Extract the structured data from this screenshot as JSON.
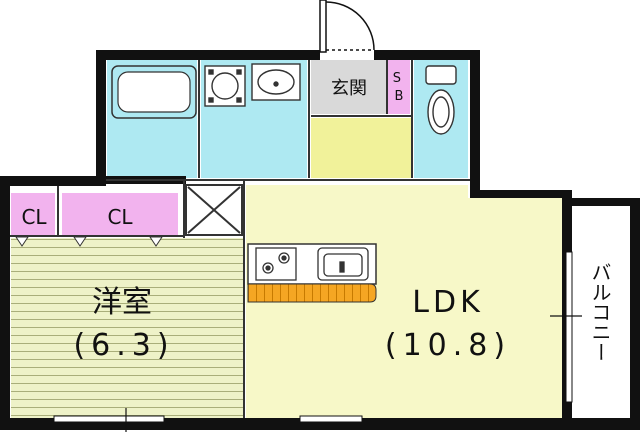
{
  "plan": {
    "rooms": {
      "western_room": {
        "name": "洋室",
        "size": "(6.3)"
      },
      "ldk": {
        "name": "LDK",
        "size": "(10.8)"
      },
      "closet_left": {
        "name": "CL"
      },
      "closet_right": {
        "name": "CL"
      },
      "entrance": {
        "name": "玄関"
      },
      "shoe_box": {
        "name": "SB"
      },
      "balcony": {
        "name": "バルコニー"
      }
    },
    "colors": {
      "wall": "#111111",
      "wet_area": "#aee9f2",
      "closet": "#f2b3ee",
      "entrance": "#d9d9d9",
      "hall": "#f1f29a",
      "ldk_floor": "#f7f8c8",
      "western_floor": "#eef2c8",
      "floor_line": "#9aa06e",
      "kitchen_counter": "#f5a623",
      "fixture_fill": "#ffffff"
    },
    "icons": [
      "bathtub-icon",
      "washing-machine-icon",
      "washbasin-icon",
      "toilet-icon",
      "gas-stove-icon",
      "kitchen-sink-icon",
      "door-swing-icon",
      "storage-cross-icon"
    ]
  }
}
